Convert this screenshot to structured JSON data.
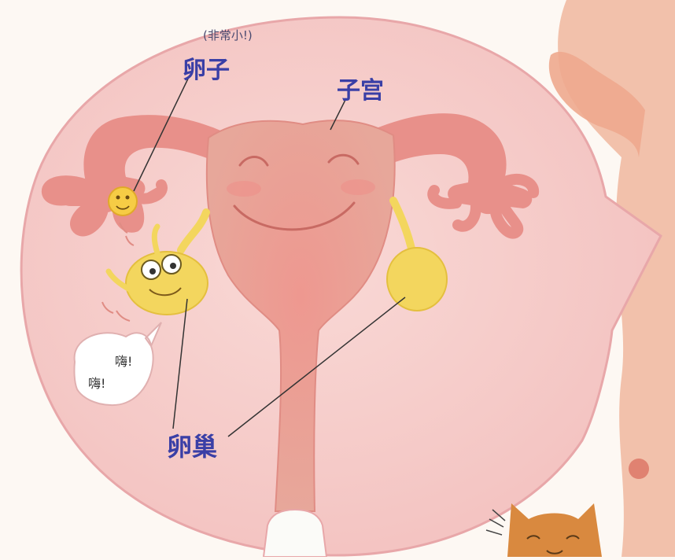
{
  "labels": {
    "note": "(非常小!)",
    "egg": "卵子",
    "uterus": "子宫",
    "ovary": "卵巢",
    "speech_line1": "嗨!",
    "speech_line2": "嗨!"
  },
  "colors": {
    "bubble_fill": "#f6cfcc",
    "bubble_edge": "#e8a7a9",
    "organ": "#e8908a",
    "organ_dark": "#d97e77",
    "ovary_fill": "#f3d65e",
    "skin": "#f0b79e",
    "label_text": "#3a3fa6"
  }
}
